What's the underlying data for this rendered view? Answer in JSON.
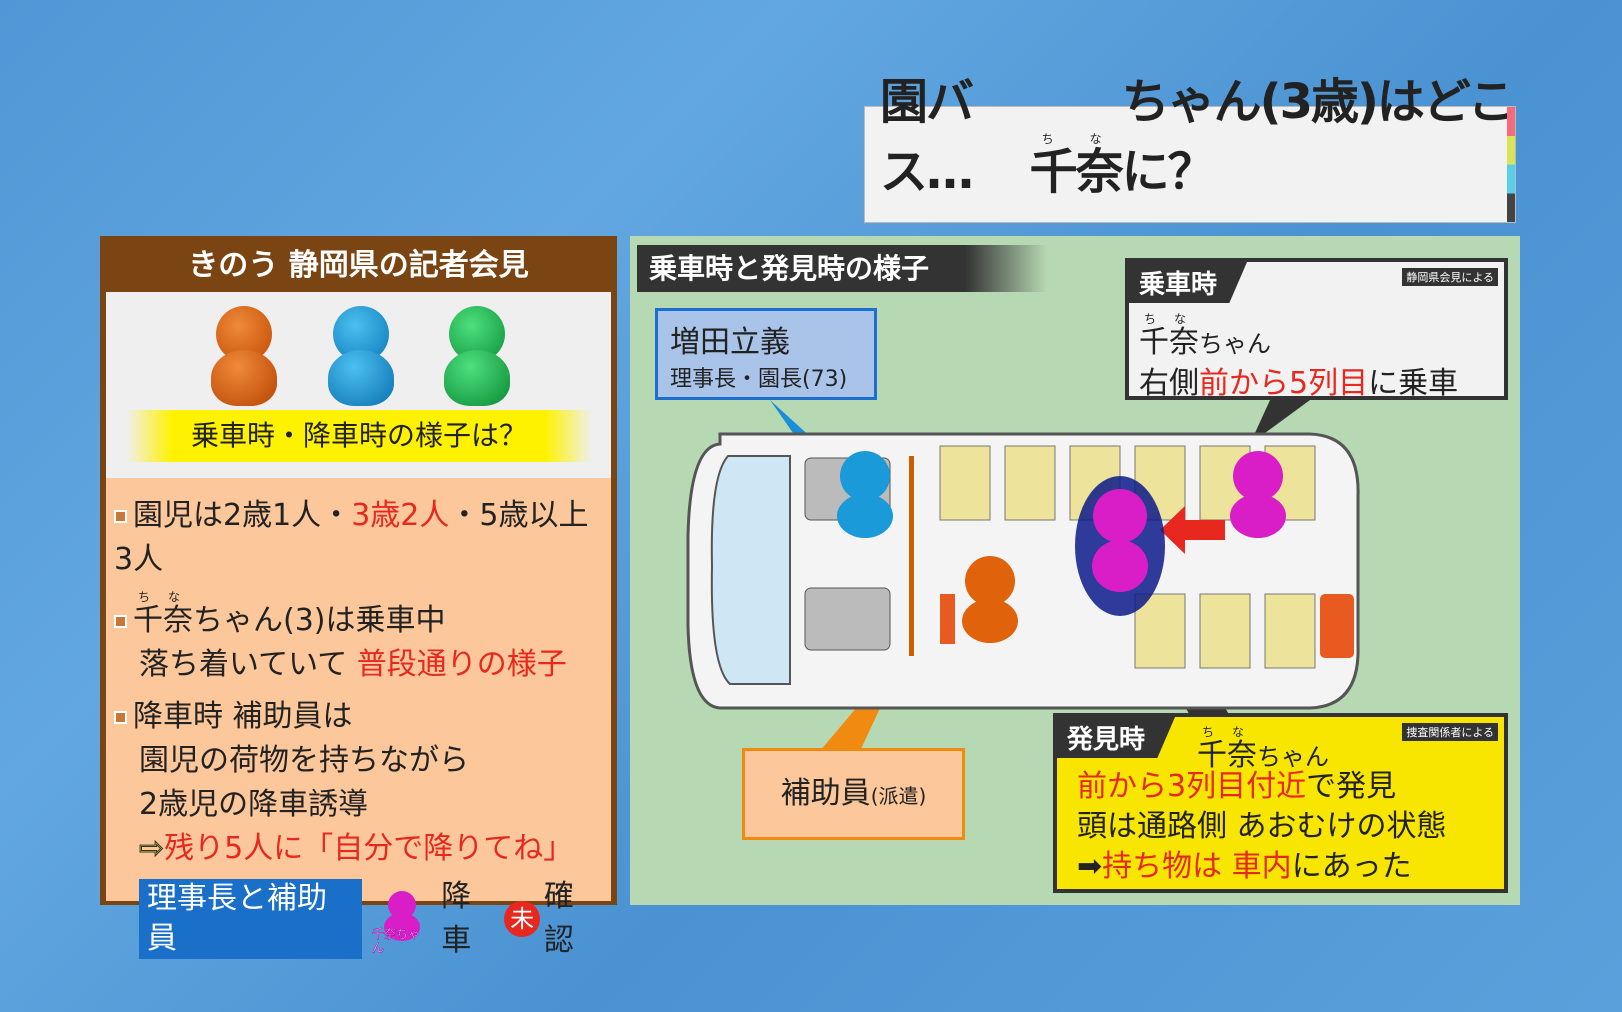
{
  "title": {
    "pre": "園バス…",
    "name": "千奈",
    "ruby": "ちな",
    "post": "ちゃん(3歳)はどこに？"
  },
  "left": {
    "header": "きのう 静岡県の記者会見",
    "question": "乗車時・降車時の様子は？",
    "b1": {
      "a": "園児は2歳1人・",
      "b": "3歳2人",
      "c": "・5歳以上3人"
    },
    "b2": {
      "name": "千奈",
      "ruby": "ちな",
      "a": "ちゃん(3)は乗車中",
      "l2a": "落ち着いていて ",
      "l2b": "普段通りの様子"
    },
    "b3": {
      "l1": "降車時 補助員は",
      "l2": "園児の荷物を持ちながら",
      "l3": "2歳児の降車誘導",
      "l4": "残り5人に「自分で降りてね」"
    },
    "bottom": {
      "label": "理事長と補助員",
      "child": "千奈ちゃん",
      "a": "降車",
      "mi": "未",
      "b": "確認"
    }
  },
  "right": {
    "header": "乗車時と発見時の様子",
    "director": {
      "name": "増田立義",
      "role": "理事長・園長(73)"
    },
    "assistant": {
      "a": "補助員",
      "b": "(派遣)"
    },
    "boarding": {
      "tag": "乗車時",
      "source": "静岡県会見による",
      "name": "千奈",
      "ruby": "ちな",
      "name_suffix": "ちゃん",
      "l2a": "右側",
      "l2b": "前から5列目",
      "l2c": "に乗車"
    },
    "found": {
      "tag": "発見時",
      "source": "捜査関係者による",
      "name": "千奈",
      "ruby": "ちな",
      "name_suffix": "ちゃん",
      "l1a": "前から3列目付近",
      "l1b": "で発見",
      "l2": "頭は通路側 あおむけの状態",
      "l3a": "持ち物は 車内",
      "l3b": "にあった"
    }
  },
  "colors": {
    "orange": "#e0620a",
    "blue": "#1a9ad8",
    "green": "#1cb552",
    "pink": "#d91ec8"
  }
}
